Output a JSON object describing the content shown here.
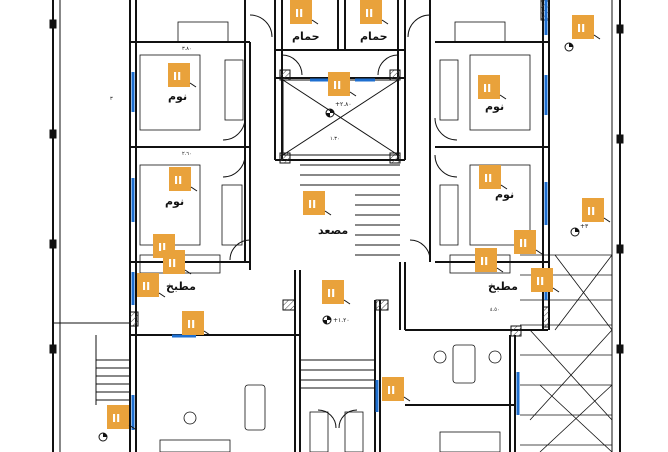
{
  "rooms": {
    "bath": "حمام",
    "bedroom": "نوم",
    "kitchen": "مطبخ",
    "elevator": "مصعد"
  },
  "tags": {
    "window_code": "II"
  },
  "levels": {
    "level_a": "+٢.٨٠",
    "level_b": "+١.٢٠",
    "level_c": "+٣"
  },
  "dimensions": {
    "d1": "٣.٨٠",
    "d2": "٢.٦٠",
    "d3": "١.٣٠",
    "d4": "٤.٥٠",
    "d5": "٣"
  },
  "colors": {
    "tag_fill": "#E9A23B",
    "window_blue": "#1E6FD0",
    "line": "#111111",
    "hatch": "#555555"
  }
}
